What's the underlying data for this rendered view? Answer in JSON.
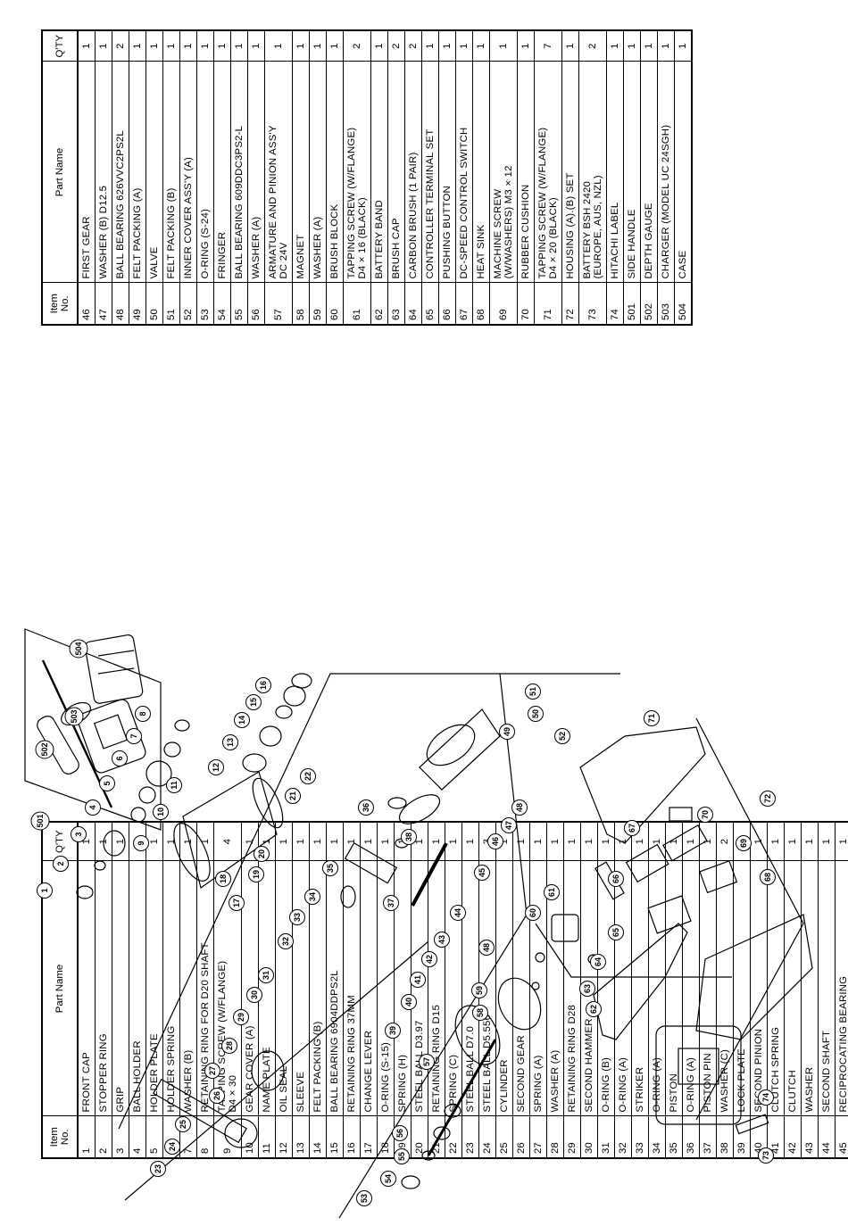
{
  "table_a": {
    "headers": {
      "item": "Item No.",
      "item_l1": "Item",
      "item_l2": "No.",
      "part": "Part Name",
      "qty": "Q'TY"
    },
    "rows": [
      {
        "no": "1",
        "name": "FRONT CAP",
        "qty": "1"
      },
      {
        "no": "2",
        "name": "STOPPER RING",
        "qty": "1"
      },
      {
        "no": "3",
        "name": "GRIP",
        "qty": "1"
      },
      {
        "no": "4",
        "name": "BALL HOLDER",
        "qty": "1"
      },
      {
        "no": "5",
        "name": "HOLDER PLATE",
        "qty": "1"
      },
      {
        "no": "6",
        "name": "HOLDER SPRING",
        "qty": "1"
      },
      {
        "no": "7",
        "name": "WASHER (B)",
        "qty": "1"
      },
      {
        "no": "8",
        "name": "RETAINING RING FOR D20 SHAFT",
        "qty": "1"
      },
      {
        "no": "9",
        "name": "TAPPING SCREW (W/FLANGE)",
        "name2": "D4 × 30",
        "qty": "4"
      },
      {
        "no": "10",
        "name": "GEAR COVER (A)",
        "qty": "1"
      },
      {
        "no": "11",
        "name": "NAME PLATE",
        "qty": "1"
      },
      {
        "no": "12",
        "name": "OIL SEAL",
        "qty": "1"
      },
      {
        "no": "13",
        "name": "SLEEVE",
        "qty": "1"
      },
      {
        "no": "14",
        "name": "FELT PACKING (B)",
        "qty": "1"
      },
      {
        "no": "15",
        "name": "BALL BEARING 6904DDPS2L",
        "qty": "1"
      },
      {
        "no": "16",
        "name": "RETAINING RING 37MM",
        "qty": "1"
      },
      {
        "no": "17",
        "name": "CHANGE LEVER",
        "qty": "1"
      },
      {
        "no": "18",
        "name": "O-RING (S-15)",
        "qty": "1"
      },
      {
        "no": "19",
        "name": "SPRING (H)",
        "qty": "1"
      },
      {
        "no": "20",
        "name": "STEEL BALL D3.97",
        "qty": "1"
      },
      {
        "no": "21",
        "name": "RETAINING RING D15",
        "qty": "1"
      },
      {
        "no": "22",
        "name": "SPRING (C)",
        "qty": "1"
      },
      {
        "no": "23",
        "name": "STEEL BALL D7.0",
        "qty": "1"
      },
      {
        "no": "24",
        "name": "STEEL BALL D5.556",
        "qty": "3"
      },
      {
        "no": "25",
        "name": "CYLINDER",
        "qty": "1"
      },
      {
        "no": "26",
        "name": "SECOND GEAR",
        "qty": "1"
      },
      {
        "no": "27",
        "name": "SPRING (A)",
        "qty": "1"
      },
      {
        "no": "28",
        "name": "WASHER (A)",
        "qty": "1"
      },
      {
        "no": "29",
        "name": "RETAINING RING D28",
        "qty": "1"
      },
      {
        "no": "30",
        "name": "SECOND HAMMER",
        "qty": "1"
      },
      {
        "no": "31",
        "name": "O-RING (B)",
        "qty": "1"
      },
      {
        "no": "32",
        "name": "O-RING (A)",
        "qty": "1"
      },
      {
        "no": "33",
        "name": "STRIKER",
        "qty": "1"
      },
      {
        "no": "34",
        "name": "O-RING (A)",
        "qty": "1"
      },
      {
        "no": "35",
        "name": "PISTON",
        "qty": "1"
      },
      {
        "no": "36",
        "name": "O-RING (A)",
        "qty": "1"
      },
      {
        "no": "37",
        "name": "PISTON PIN",
        "qty": "1"
      },
      {
        "no": "38",
        "name": "WASHER (C)",
        "qty": "2"
      },
      {
        "no": "39",
        "name": "LOCK PLATE",
        "qty": "1"
      },
      {
        "no": "40",
        "name": "SECOND PINION",
        "qty": "1"
      },
      {
        "no": "41",
        "name": "CLUTCH SPRING",
        "qty": "1"
      },
      {
        "no": "42",
        "name": "CLUTCH",
        "qty": "1"
      },
      {
        "no": "43",
        "name": "WASHER",
        "qty": "1"
      },
      {
        "no": "44",
        "name": "SECOND SHAFT",
        "qty": "1"
      },
      {
        "no": "45",
        "name": "RECIPROCATING BEARING",
        "qty": "1"
      }
    ]
  },
  "table_b": {
    "headers": {
      "item": "Item No.",
      "item_l1": "Item",
      "item_l2": "No.",
      "part": "Part Name",
      "qty": "Q'TY"
    },
    "rows": [
      {
        "no": "46",
        "name": "FIRST GEAR",
        "qty": "1"
      },
      {
        "no": "47",
        "name": "WASHER (B) D12.5",
        "qty": "1"
      },
      {
        "no": "48",
        "name": "BALL BEARING 626VVC2PS2L",
        "qty": "2"
      },
      {
        "no": "49",
        "name": "FELT PACKING (A)",
        "qty": "1"
      },
      {
        "no": "50",
        "name": "VALVE",
        "qty": "1"
      },
      {
        "no": "51",
        "name": "FELT PACKING (B)",
        "qty": "1"
      },
      {
        "no": "52",
        "name": "INNER COVER ASS'Y (A)",
        "qty": "1"
      },
      {
        "no": "53",
        "name": "O-RING (S-24)",
        "qty": "1"
      },
      {
        "no": "54",
        "name": "FRINGER",
        "qty": "1"
      },
      {
        "no": "55",
        "name": "BALL BEARING 609DDC3PS2-L",
        "qty": "1"
      },
      {
        "no": "56",
        "name": "WASHER (A)",
        "qty": "1"
      },
      {
        "no": "57",
        "name": "ARMATURE AND PINION ASS'Y",
        "name2": "DC 24V",
        "qty": "1"
      },
      {
        "no": "58",
        "name": "MAGNET",
        "qty": "1"
      },
      {
        "no": "59",
        "name": "WASHER (A)",
        "qty": "1"
      },
      {
        "no": "60",
        "name": "BRUSH BLOCK",
        "qty": "1"
      },
      {
        "no": "61",
        "name": "TAPPING SCREW (W/FLANGE)",
        "name2": "D4 × 16 (BLACK)",
        "qty": "2"
      },
      {
        "no": "62",
        "name": "BATTERY BAND",
        "qty": "1"
      },
      {
        "no": "63",
        "name": "BRUSH CAP",
        "qty": "2"
      },
      {
        "no": "64",
        "name": "CARBON BRUSH (1 PAIR)",
        "qty": "2"
      },
      {
        "no": "65",
        "name": "CONTROLLER TERMINAL SET",
        "qty": "1"
      },
      {
        "no": "66",
        "name": "PUSHING BUTTON",
        "qty": "1"
      },
      {
        "no": "67",
        "name": "DC-SPEED CONTROL SWITCH",
        "qty": "1"
      },
      {
        "no": "68",
        "name": "HEAT SINK",
        "qty": "1"
      },
      {
        "no": "69",
        "name": "MACHINE SCREW",
        "name2": "(W/WASHERS) M3 × 12",
        "qty": "1"
      },
      {
        "no": "70",
        "name": "RUBBER CUSHION",
        "qty": "1"
      },
      {
        "no": "71",
        "name": "TAPPING SCREW (W/FLANGE)",
        "name2": "D4 × 20 (BLACK)",
        "qty": "7"
      },
      {
        "no": "72",
        "name": "HOUSING (A).(B) SET",
        "qty": "1"
      },
      {
        "no": "73",
        "name": "BATTERY BSH 2420",
        "name2": "(EUROPE, AUS, NZL)",
        "qty": "2"
      },
      {
        "no": "74",
        "name": "HITACHI LABEL",
        "qty": "1"
      },
      {
        "no": "501",
        "name": "SIDE HANDLE",
        "qty": "1"
      },
      {
        "no": "502",
        "name": "DEPTH GAUGE",
        "qty": "1"
      },
      {
        "no": "503",
        "name": "CHARGER (MODEL UC 24SGH)",
        "qty": "1"
      },
      {
        "no": "504",
        "name": "CASE",
        "qty": "1"
      }
    ]
  },
  "diagram": {
    "callouts": [
      "1",
      "2",
      "3",
      "4",
      "5",
      "6",
      "7",
      "8",
      "9",
      "10",
      "11",
      "12",
      "13",
      "14",
      "15",
      "16",
      "17",
      "18",
      "19",
      "20",
      "21",
      "22",
      "23",
      "24",
      "25",
      "26",
      "27",
      "28",
      "29",
      "30",
      "31",
      "32",
      "33",
      "34",
      "35",
      "36",
      "37",
      "38",
      "39",
      "40",
      "41",
      "42",
      "43",
      "44",
      "45",
      "46",
      "47",
      "48",
      "48",
      "49",
      "50",
      "51",
      "52",
      "53",
      "54",
      "55",
      "56",
      "57",
      "58",
      "59",
      "60",
      "61",
      "62",
      "63",
      "64",
      "65",
      "66",
      "67",
      "68",
      "69",
      "70",
      "71",
      "72",
      "73",
      "74",
      "501",
      "502",
      "503",
      "504"
    ]
  },
  "colors": {
    "ink": "#000000",
    "paper": "#ffffff"
  }
}
